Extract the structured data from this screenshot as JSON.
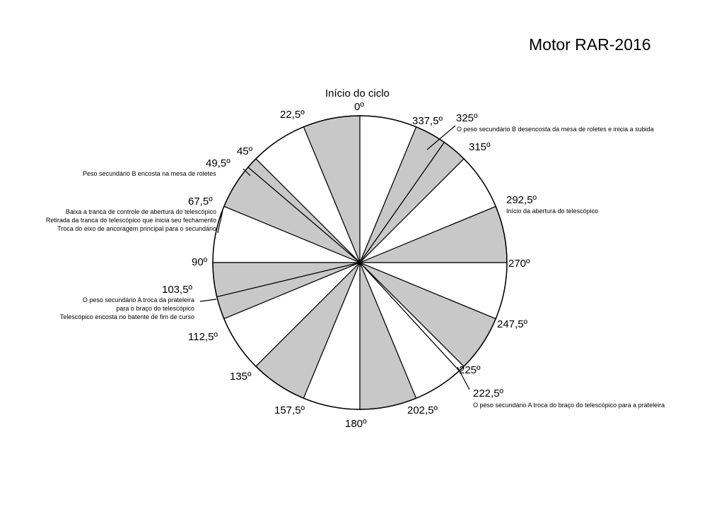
{
  "title": "Motor RAR-2016",
  "start_label": "Início do ciclo",
  "colors": {
    "shaded": "#c8c8c8",
    "unshaded": "#ffffff",
    "stroke": "#000000"
  },
  "sectors": [
    {
      "from": 0,
      "to": 22.5,
      "shaded": true
    },
    {
      "from": 22.5,
      "to": 45,
      "shaded": false
    },
    {
      "from": 45,
      "to": 49.5,
      "shaded": true
    },
    {
      "from": 49.5,
      "to": 67.5,
      "shaded": true
    },
    {
      "from": 67.5,
      "to": 90,
      "shaded": false
    },
    {
      "from": 90,
      "to": 103.5,
      "shaded": true
    },
    {
      "from": 103.5,
      "to": 112.5,
      "shaded": true
    },
    {
      "from": 112.5,
      "to": 135,
      "shaded": false
    },
    {
      "from": 135,
      "to": 157.5,
      "shaded": true
    },
    {
      "from": 157.5,
      "to": 180,
      "shaded": false
    },
    {
      "from": 180,
      "to": 202.5,
      "shaded": true
    },
    {
      "from": 202.5,
      "to": 222.5,
      "shaded": false
    },
    {
      "from": 222.5,
      "to": 225,
      "shaded": false
    },
    {
      "from": 225,
      "to": 247.5,
      "shaded": true
    },
    {
      "from": 247.5,
      "to": 270,
      "shaded": false
    },
    {
      "from": 270,
      "to": 292.5,
      "shaded": true
    },
    {
      "from": 292.5,
      "to": 315,
      "shaded": false
    },
    {
      "from": 315,
      "to": 325,
      "shaded": true
    },
    {
      "from": 325,
      "to": 337.5,
      "shaded": true
    },
    {
      "from": 337.5,
      "to": 360,
      "shaded": false
    }
  ],
  "angle_labels": [
    "0º",
    "22,5º",
    "45º",
    "49,5º",
    "67,5º",
    "90º",
    "103,5º",
    "112,5º",
    "135º",
    "157,5º",
    "180º",
    "202,5º",
    "222,5º",
    "225º",
    "247,5º",
    "270º",
    "292,5º",
    "315º",
    "325º",
    "337,5º"
  ],
  "events": {
    "e325": "O peso secundário B desencosta da mesa de roletes e inicia a subida",
    "e49_5": "Peso secundário B encosta na mesa de roletes",
    "e67_5": [
      "Baixa a tranca de controle de abertura do telescópico",
      "Retirada da tranca do telescópico que inicia seu fechamento",
      "Troca do eixo de ancoragem principal para o secundário"
    ],
    "e103_5": [
      "O peso secundário A troca da prateleira",
      "para o braço do telescópico",
      "Telescópico encosta no batente de fim de curso"
    ],
    "e222_5": "O peso secundário A troca do braço do telescópico para a prateleira",
    "e292_5": "Início da abertura do telescópico"
  }
}
